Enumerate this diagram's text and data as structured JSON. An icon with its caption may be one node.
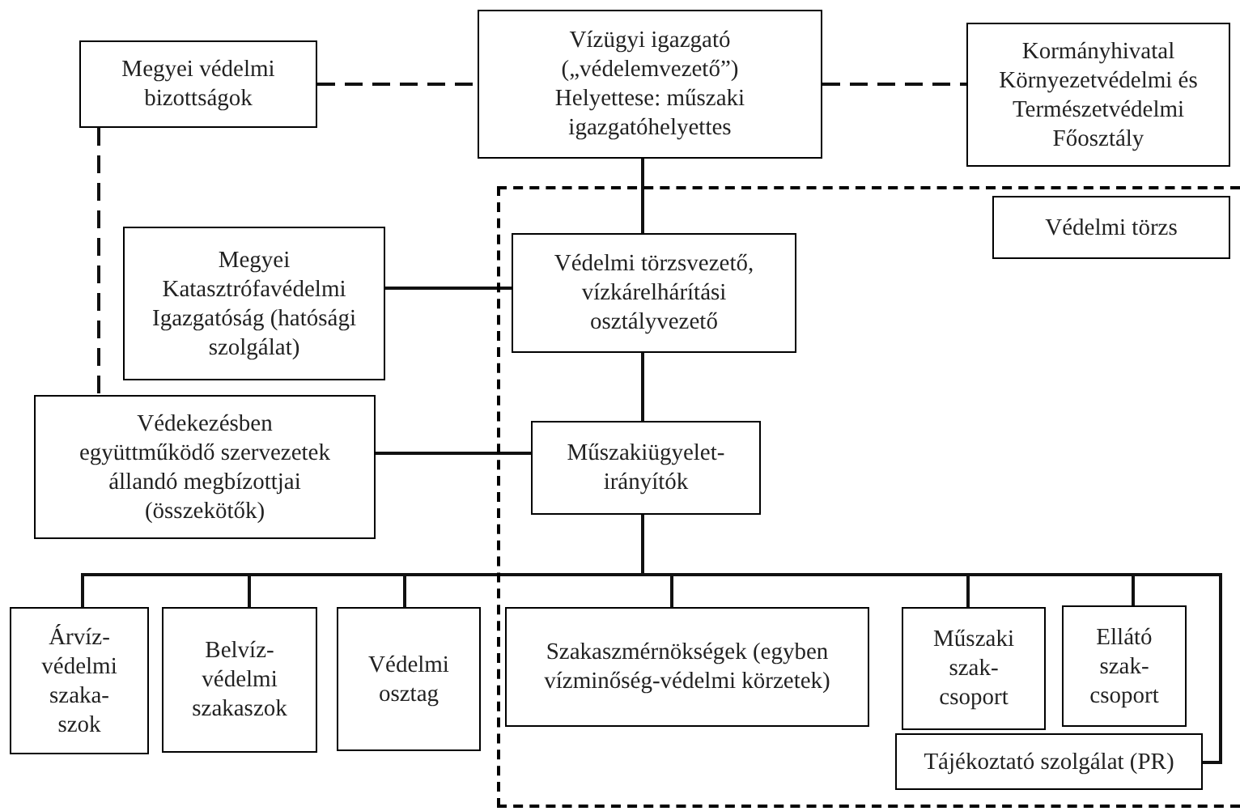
{
  "diagram": {
    "nodes": [
      {
        "text": [
          "Megyei védelmi bizottságok"
        ]
      },
      {
        "text": [
          "Vízügyi igazgató („védelemvezető”)",
          "Helyettese: műszaki igazgatóhelyettes"
        ]
      },
      {
        "text": [
          "Kormányhivatal Környezetvédelmi és Természetvédelmi Főosztály"
        ]
      },
      {
        "text": [],
        "shape": "box"
      },
      {
        "text": [
          "Védelmi törzs"
        ],
        "in": 3
      },
      {
        "text": [
          "Megyei Katasztrófavédelmi Igazgatóság (hatósági szolgálat)"
        ]
      },
      {
        "text": [
          "Védelmi törzsvezető, vízkárelhárítási osztályvezető"
        ],
        "in": 3
      },
      {
        "text": [
          "Védekezésben együttműködő szervezetek állandó megbízottjai (összekötők)"
        ]
      },
      {
        "text": [
          "Műszakiügyelet-irányítók"
        ],
        "in": 3
      },
      {
        "text": [
          "Árvíz- védelmi szaka- szok"
        ]
      },
      {
        "text": [
          "Belvíz- védelmi szakaszok"
        ]
      },
      {
        "text": [
          "Védelmi osztag"
        ]
      },
      {
        "text": [
          "Szakaszmérnökségek (egyben vízminőség-védelmi körzetek)"
        ],
        "in": 3
      },
      {
        "text": [
          "Műszaki szak- csoport"
        ],
        "in": 3
      },
      {
        "text": [
          "Ellátó szak- csoport"
        ],
        "in": 3
      },
      {
        "text": [
          "Tájékoztató szolgálat (PR)"
        ],
        "in": 3
      }
    ],
    "edges": [
      {
        "from": 0,
        "to": 1,
        "arrow": "none",
        "style": "dashed"
      },
      {
        "from": 1,
        "to": 2,
        "arrow": "none",
        "style": "dashed"
      },
      {
        "from": 0,
        "to": 7,
        "arrow": "none",
        "style": "dashed"
      },
      {
        "from": 1,
        "to": 6,
        "arrow": "none"
      },
      {
        "from": 5,
        "to": 6,
        "arrow": "none"
      },
      {
        "from": 6,
        "to": 8,
        "arrow": "none"
      },
      {
        "from": 7,
        "to": 8,
        "arrow": "none"
      },
      {
        "from": 8,
        "to": 9,
        "arrow": "none"
      },
      {
        "from": 8,
        "to": 10,
        "arrow": "none"
      },
      {
        "from": 8,
        "to": 11,
        "arrow": "none"
      },
      {
        "from": 8,
        "to": 12,
        "arrow": "none"
      },
      {
        "from": 8,
        "to": 13,
        "arrow": "none"
      },
      {
        "from": 8,
        "to": 14,
        "arrow": "none"
      },
      {
        "from": 8,
        "to": 15,
        "arrow": "none"
      }
    ]
  }
}
